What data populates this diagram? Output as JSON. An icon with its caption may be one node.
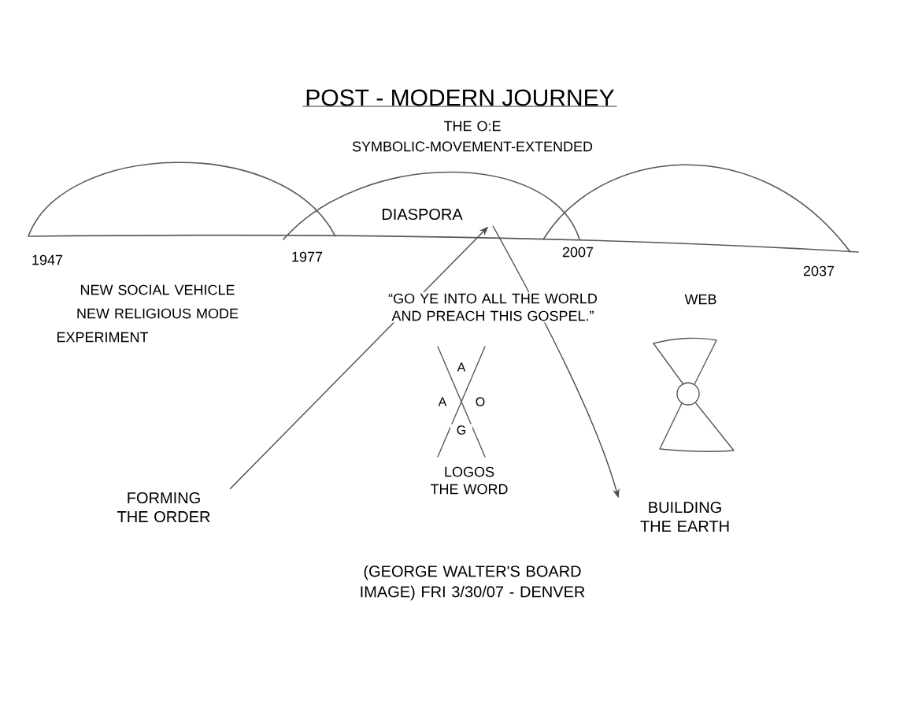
{
  "diagram": {
    "title": "POST - MODERN JOURNEY",
    "caption": "(GEORGE WALTER'S BOARD IMAGE) FRI 3/30/07 - DENVER",
    "nodes": [
      {
        "text": [
          "DIASPORA"
        ]
      },
      {
        "text": [
          "FORMING THE ORDER"
        ]
      },
      {
        "text": [
          "BUILDING THE EARTH"
        ]
      }
    ],
    "edges": [
      {
        "from": 1,
        "to": 0,
        "arrow": "to"
      },
      {
        "from": 0,
        "to": 2,
        "arrow": "to"
      }
    ],
    "labels": [
      "THE O:E",
      "SYMBOLIC-MOVEMENT-EXTENDED",
      "1947",
      "1977",
      "2007",
      "2037",
      "NEW SOCIAL VEHICLE",
      "NEW RELIGIOUS MODE",
      "EXPERIMENT",
      "“GO YE INTO ALL THE WORLD AND PREACH THIS GOSPEL.”",
      "WEB",
      "A",
      "A",
      "O",
      "G",
      "LOGOS THE WORD"
    ]
  }
}
